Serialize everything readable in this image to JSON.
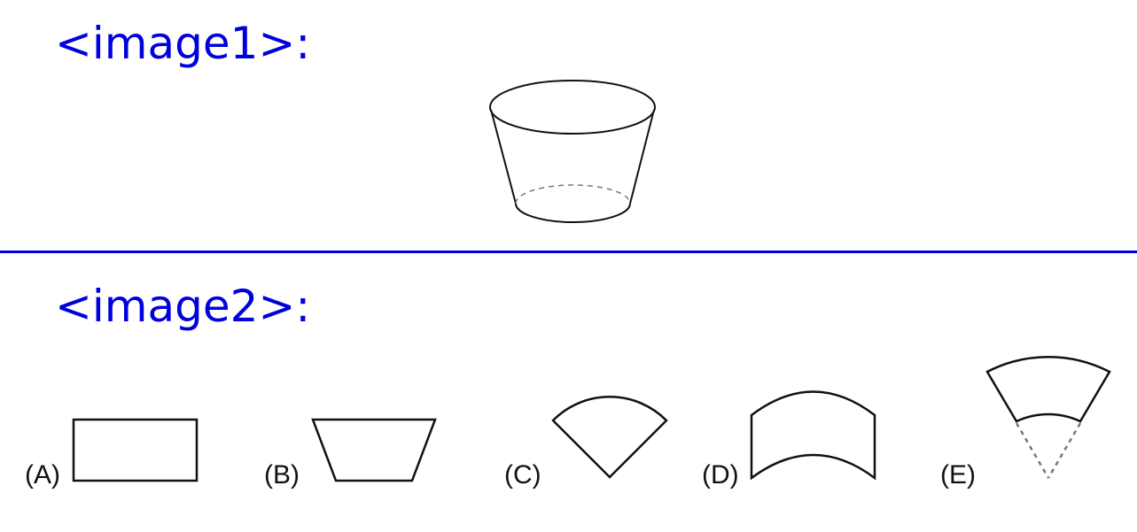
{
  "labels": {
    "image1": "<image1>:",
    "image2": "<image2>:"
  },
  "options": [
    {
      "letter": "(A)",
      "shape": "rectangle"
    },
    {
      "letter": "(B)",
      "shape": "trapezoid"
    },
    {
      "letter": "(C)",
      "shape": "circular-sector"
    },
    {
      "letter": "(D)",
      "shape": "curved-band"
    },
    {
      "letter": "(E)",
      "shape": "annular-sector"
    }
  ],
  "colors": {
    "label": "#0000dd",
    "divider": "#0000dd",
    "stroke": "#111111",
    "hidden_edge": "#777777"
  }
}
